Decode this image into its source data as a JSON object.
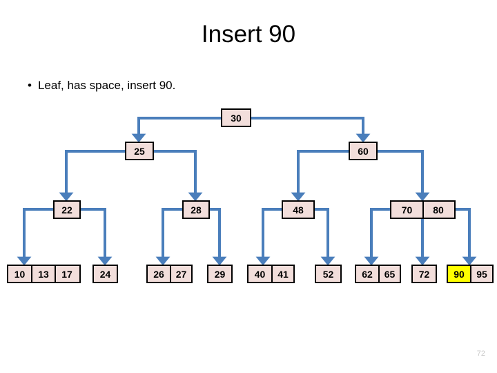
{
  "slide": {
    "title": "Insert 90",
    "bullet_marker": "•",
    "bullet_text": "Leaf, has space, insert 90.",
    "page_number": "72"
  },
  "colors": {
    "node_fill": "#F2DEDB",
    "node_border": "#000000",
    "connector": "#4A7EBB",
    "highlight": "#FFFF00",
    "page_number": "#C9C9C9",
    "background": "#FFFFFF"
  },
  "tree": {
    "type": "b-tree",
    "root": {
      "keys": [
        "30"
      ]
    },
    "internal_level_1": [
      {
        "keys": [
          "25"
        ]
      },
      {
        "keys": [
          "60"
        ]
      }
    ],
    "internal_level_2": [
      {
        "keys": [
          "22"
        ]
      },
      {
        "keys": [
          "28"
        ]
      },
      {
        "keys": [
          "48"
        ]
      },
      {
        "keys": [
          "70",
          "80"
        ]
      }
    ],
    "leaves": [
      {
        "keys": [
          "10",
          "13",
          "17"
        ],
        "highlight": []
      },
      {
        "keys": [
          "24"
        ],
        "highlight": []
      },
      {
        "keys": [
          "26",
          "27"
        ],
        "highlight": []
      },
      {
        "keys": [
          "29"
        ],
        "highlight": []
      },
      {
        "keys": [
          "40",
          "41"
        ],
        "highlight": []
      },
      {
        "keys": [
          "52"
        ],
        "highlight": []
      },
      {
        "keys": [
          "62",
          "65"
        ],
        "highlight": []
      },
      {
        "keys": [
          "72"
        ],
        "highlight": []
      },
      {
        "keys": [
          "90",
          "95"
        ],
        "highlight": [
          "90"
        ]
      }
    ]
  },
  "nodes": {
    "root30": {
      "label": "30"
    },
    "n25": {
      "label": "25"
    },
    "n60": {
      "label": "60"
    },
    "n22": {
      "label": "22"
    },
    "n28": {
      "label": "28"
    },
    "n48": {
      "label": "48"
    },
    "n70": {
      "label": "70"
    },
    "n80": {
      "label": "80"
    },
    "l10": {
      "label": "10"
    },
    "l13": {
      "label": "13"
    },
    "l17": {
      "label": "17"
    },
    "l24": {
      "label": "24"
    },
    "l26": {
      "label": "26"
    },
    "l27": {
      "label": "27"
    },
    "l29": {
      "label": "29"
    },
    "l40": {
      "label": "40"
    },
    "l41": {
      "label": "41"
    },
    "l52": {
      "label": "52"
    },
    "l62": {
      "label": "62"
    },
    "l65": {
      "label": "65"
    },
    "l72": {
      "label": "72"
    },
    "l90": {
      "label": "90"
    },
    "l95": {
      "label": "95"
    }
  }
}
